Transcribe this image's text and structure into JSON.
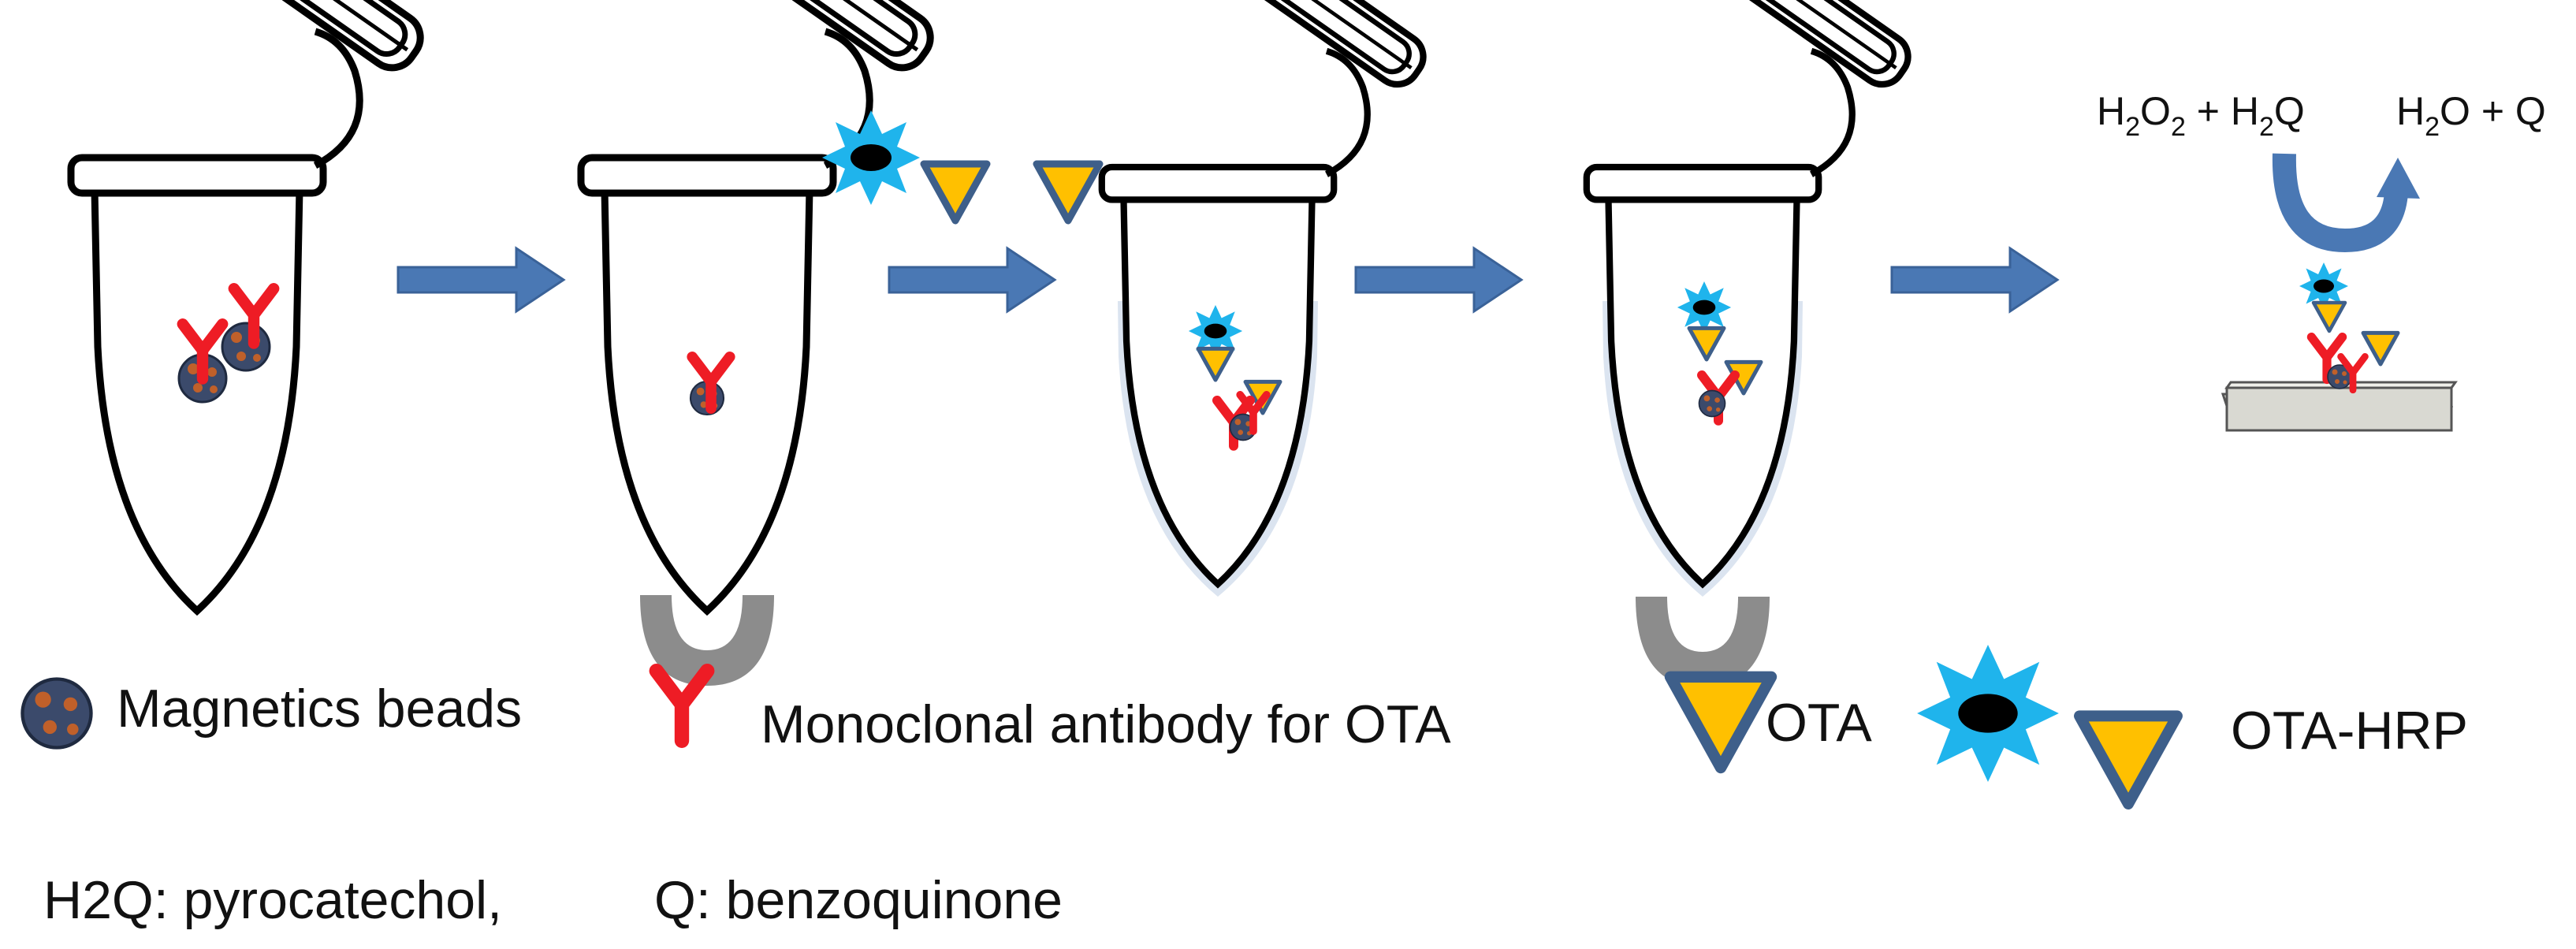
{
  "colors": {
    "arrow": "#4a78b4",
    "tube_fill": "#dbe4f0",
    "magnet": "#8c8c8c",
    "antibody": "#ee1c25",
    "bead": "#3b4a6b",
    "bead_spot": "#c0602a",
    "ota_fill": "#ffc000",
    "ota_stroke": "#3e5f8a",
    "hrp": "#1fb4ec",
    "hrp_core": "#000000",
    "surface": "#d9d9d2"
  },
  "reaction": {
    "left": {
      "a": "H",
      "a_sub": "2",
      "b": "O",
      "b_sub": "2",
      "c": " + H",
      "c_sub": "2",
      "d": "Q"
    },
    "right": {
      "a": "H",
      "a_sub": "2",
      "b": "O + Q"
    }
  },
  "legend": {
    "beads": "Magnetics beads",
    "antibody": "Monoclonal  antibody  for OTA",
    "ota": "OTA",
    "ota_hrp": "OTA-HRP"
  },
  "footer": {
    "h2q": "H2Q: pyrocatechol,",
    "q": "Q: benzoquinone"
  }
}
